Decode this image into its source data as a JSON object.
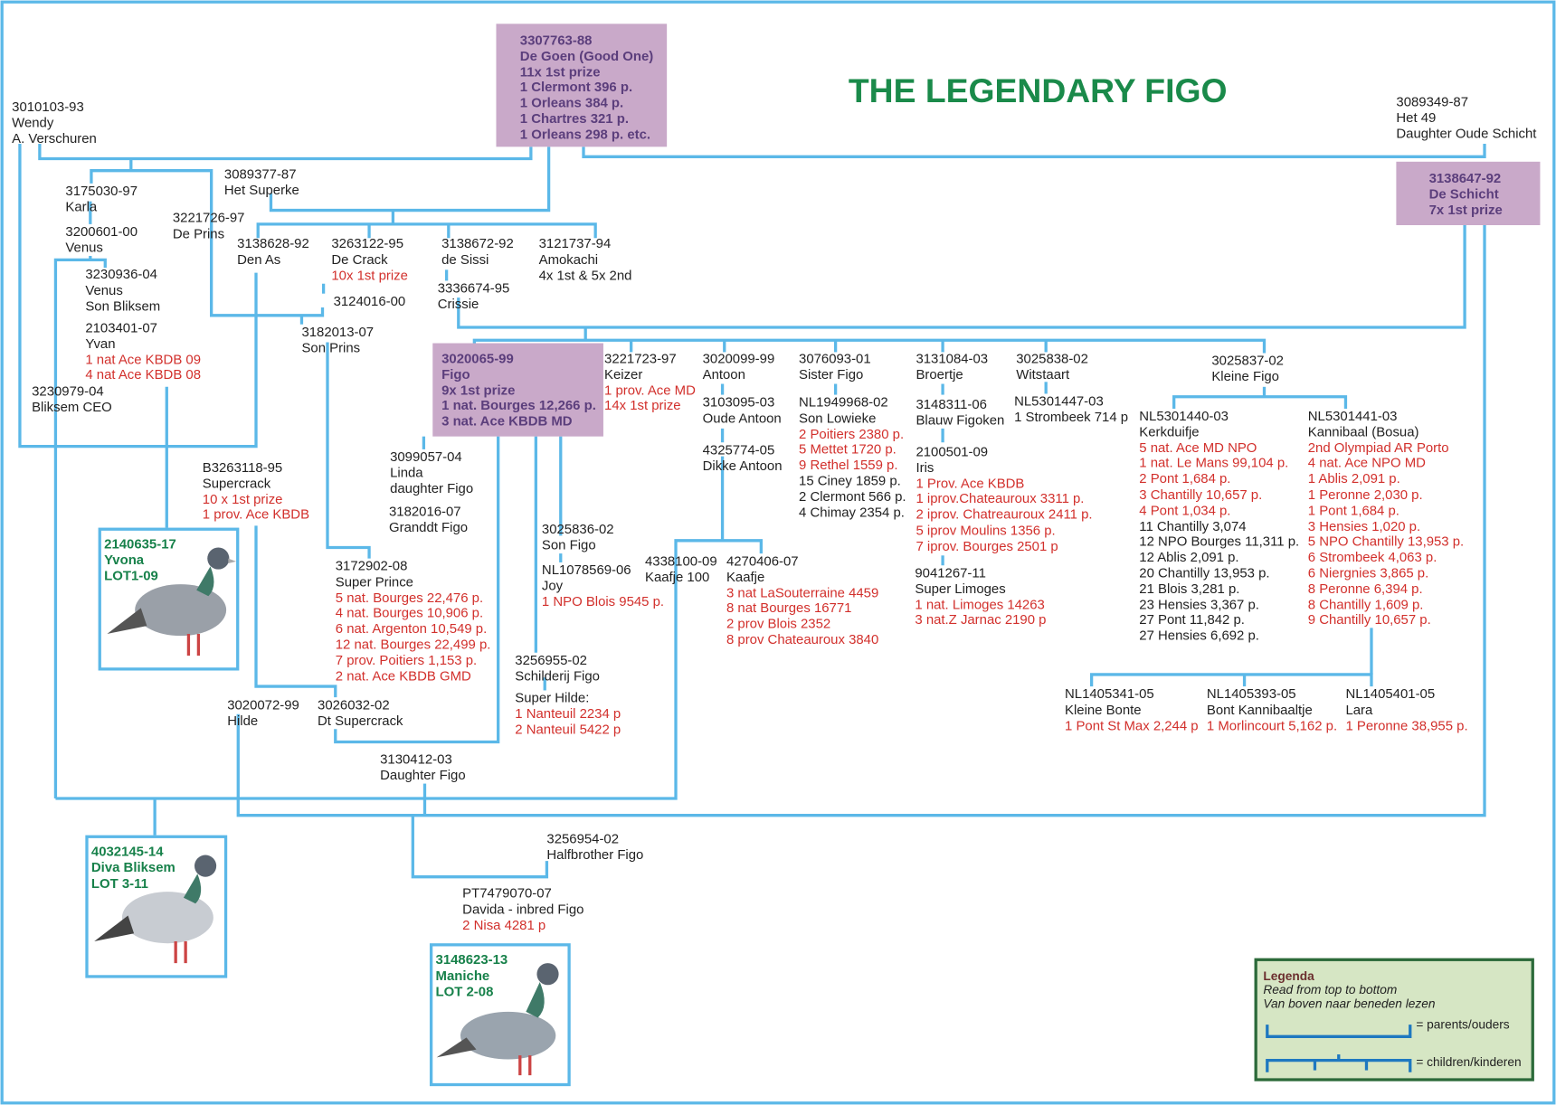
{
  "title": "THE LEGENDARY FIGO",
  "colors": {
    "line": "#5bb8e8",
    "red": "#d2302c",
    "highlight_box": "#c9a9c9",
    "title": "#1a8a4a"
  },
  "nodes": {
    "wendy": [
      "3010103-93",
      "Wendy",
      "A. Verschuren"
    ],
    "degoen": [
      "3307763-88",
      "De Goen (Good One)",
      "11x 1st prize",
      "1 Clermont 396 p.",
      "1 Orleans 384 p.",
      "1 Chartres 321 p.",
      "1 Orleans 298 p. etc."
    ],
    "het49": [
      "3089349-87",
      "Het 49",
      "Daughter Oude Schicht"
    ],
    "deschicht": [
      "3138647-92",
      "De Schicht",
      "7x 1st prize"
    ],
    "karla": [
      "3175030-97",
      "Karla"
    ],
    "hetsuperke": [
      "3089377-87",
      "Het Superke"
    ],
    "deprins": [
      "3221726-97",
      "De Prins"
    ],
    "venus1": [
      "3200601-00",
      "Venus"
    ],
    "denas": [
      "3138628-92",
      "Den As"
    ],
    "decrack": [
      "3263122-95",
      "De Crack",
      {
        "t": "10x 1st prize",
        "r": 1
      }
    ],
    "desissi": [
      "3138672-92",
      "de Sissi"
    ],
    "amokachi": [
      "3121737-94",
      "Amokachi",
      "4x 1st & 5x 2nd"
    ],
    "venus2": [
      "3230936-04",
      "Venus",
      "Son Bliksem"
    ],
    "crissie": [
      "3336674-95",
      "Crissie"
    ],
    "n3124016": [
      "3124016-00"
    ],
    "yvan": [
      "2103401-07",
      "Yvan",
      {
        "t": "1 nat Ace KBDB 09",
        "r": 1
      },
      {
        "t": "4 nat Ace KBDB 08",
        "r": 1
      }
    ],
    "sonprins": [
      "3182013-07",
      "Son Prins"
    ],
    "figo": [
      "3020065-99",
      "Figo",
      "9x 1st prize",
      "1 nat. Bourges 12,266 p.",
      "3 nat. Ace KBDB MD"
    ],
    "keizer": [
      "3221723-97",
      "Keizer",
      {
        "t": "1 prov. Ace MD",
        "r": 1
      },
      {
        "t": "14x 1st prize",
        "r": 1
      }
    ],
    "antoon": [
      "3020099-99",
      "Antoon"
    ],
    "sisterfigo": [
      "3076093-01",
      "Sister Figo"
    ],
    "broertje": [
      "3131084-03",
      "Broertje"
    ],
    "witstaart": [
      "3025838-02",
      "Witstaart"
    ],
    "kleinefigo": [
      "3025837-02",
      "Kleine Figo"
    ],
    "bliksemceo": [
      "3230979-04",
      "Bliksem CEO"
    ],
    "oudeantoon": [
      "3103095-03",
      "Oude Antoon"
    ],
    "sonlowieke": [
      "NL1949968-02",
      "Son Lowieke",
      {
        "t": "2 Poitiers 2380 p.",
        "r": 1
      },
      {
        "t": "5 Mettet 1720 p.",
        "r": 1
      },
      {
        "t": "9 Rethel 1559 p.",
        "r": 1
      },
      "15 Ciney 1859 p.",
      "2 Clermont 566 p.",
      "4 Chimay 2354 p."
    ],
    "blauwfigoken": [
      "3148311-06",
      "Blauw Figoken"
    ],
    "nl5301447": [
      "NL5301447-03",
      "1 Strombeek 714 p"
    ],
    "kerkduifje": [
      "NL5301440-03",
      "Kerkduifje",
      {
        "t": "5 nat. Ace MD NPO",
        "r": 1
      },
      {
        "t": "1 nat. Le Mans 99,104 p.",
        "r": 1
      },
      {
        "t": "2 Pont 1,684 p.",
        "r": 1
      },
      {
        "t": "3 Chantilly 10,657 p.",
        "r": 1
      },
      {
        "t": "4 Pont 1,034 p.",
        "r": 1
      },
      "11 Chantilly 3,074",
      "12 NPO Bourges 11,311 p.",
      "12 Ablis 2,091 p.",
      "20 Chantilly 13,953 p.",
      "21 Blois 3,281 p.",
      "23 Hensies 3,367 p.",
      "27 Pont 11,842 p.",
      "27 Hensies 6,692 p."
    ],
    "kannibaal": [
      "NL5301441-03",
      "Kannibaal (Bosua)",
      {
        "t": "2nd Olympiad AR Porto",
        "r": 1
      },
      {
        "t": "4 nat. Ace NPO MD",
        "r": 1
      },
      {
        "t": "1 Ablis 2,091 p.",
        "r": 1
      },
      {
        "t": "1 Peronne 2,030 p.",
        "r": 1
      },
      {
        "t": "1 Pont 1,684 p.",
        "r": 1
      },
      {
        "t": "3 Hensies 1,020 p.",
        "r": 1
      },
      {
        "t": "5 NPO Chantilly 13,953 p.",
        "r": 1
      },
      {
        "t": "6 Strombeek 4,063 p.",
        "r": 1
      },
      {
        "t": "6 Niergnies 3,865 p.",
        "r": 1
      },
      {
        "t": "8 Peronne 6,394 p.",
        "r": 1
      },
      {
        "t": "8 Chantilly 1,609 p.",
        "r": 1
      },
      {
        "t": "9 Chantilly 10,657 p.",
        "r": 1
      }
    ],
    "dikkeantoon": [
      "4325774-05",
      "Dikke Antoon"
    ],
    "iris": [
      "2100501-09",
      "Iris",
      {
        "t": "1 Prov. Ace KBDB",
        "r": 1
      },
      {
        "t": "1 iprov.Chateauroux 3311 p.",
        "r": 1
      },
      {
        "t": "2 iprov. Chatreauroux 2411 p.",
        "r": 1
      },
      {
        "t": "5 iprov Moulins 1356 p.",
        "r": 1
      },
      {
        "t": "7 iprov. Bourges 2501 p",
        "r": 1
      }
    ],
    "linda": [
      "3099057-04",
      "Linda",
      "daughter Figo"
    ],
    "supercrack": [
      "B3263118-95",
      "Supercrack",
      {
        "t": "10 x 1st prize",
        "r": 1
      },
      {
        "t": "1 prov. Ace KBDB",
        "r": 1
      }
    ],
    "granddt": [
      "3182016-07",
      "Granddt Figo"
    ],
    "sonfigo": [
      "3025836-02",
      "Son Figo"
    ],
    "kaafje100": [
      "4338100-09",
      "Kaafje 100"
    ],
    "kaafje": [
      "4270406-07",
      "Kaafje",
      {
        "t": "3 nat LaSouterraine 4459",
        "r": 1
      },
      {
        "t": "8 nat Bourges 16771",
        "r": 1
      },
      {
        "t": "2 prov Blois 2352",
        "r": 1
      },
      {
        "t": "8 prov Chateauroux 3840",
        "r": 1
      }
    ],
    "superprince": [
      "3172902-08",
      "Super Prince",
      {
        "t": "5 nat. Bourges 22,476 p.",
        "r": 1
      },
      {
        "t": "4 nat. Bourges 10,906 p.",
        "r": 1
      },
      {
        "t": "6 nat. Argenton 10,549 p.",
        "r": 1
      },
      {
        "t": "12 nat. Bourges 22,499 p.",
        "r": 1
      },
      {
        "t": "7 prov. Poitiers 1,153 p.",
        "r": 1
      },
      {
        "t": "2 nat. Ace KBDB GMD",
        "r": 1
      }
    ],
    "joy": [
      "NL1078569-06",
      "Joy",
      {
        "t": "1 NPO Blois 9545 p.",
        "r": 1
      }
    ],
    "superlimoges": [
      "9041267-11",
      "Super Limoges",
      {
        "t": "1 nat. Limoges 14263",
        "r": 1
      },
      {
        "t": "3 nat.Z Jarnac 2190 p",
        "r": 1
      }
    ],
    "yvona": [
      "2140635-17",
      "Yvona",
      "LOT1-09"
    ],
    "schilderij": [
      "3256955-02",
      "Schilderij Figo"
    ],
    "superhilde": [
      "Super Hilde:",
      {
        "t": "1 Nanteuil 2234 p",
        "r": 1
      },
      {
        "t": "2 Nanteuil 5422 p",
        "r": 1
      }
    ],
    "kleinebonte": [
      "NL1405341-05",
      "Kleine Bonte",
      {
        "t": "1 Pont St Max 2,244 p",
        "r": 1
      }
    ],
    "bontkannibaaltje": [
      "NL1405393-05",
      "Bont Kannibaaltje",
      {
        "t": "1 Morlincourt 5,162 p.",
        "r": 1
      }
    ],
    "lara": [
      "NL1405401-05",
      "Lara",
      {
        "t": "1 Peronne 38,955 p.",
        "r": 1
      }
    ],
    "hilde": [
      "3020072-99",
      "Hilde"
    ],
    "dtsupercrack": [
      "3026032-02",
      "Dt Supercrack"
    ],
    "daughterfigo": [
      "3130412-03",
      "Daughter Figo"
    ],
    "halfbrother": [
      "3256954-02",
      "Halfbrother Figo"
    ],
    "diva": [
      "4032145-14",
      "Diva Bliksem",
      "LOT 3-11"
    ],
    "davida": [
      "PT7479070-07",
      "Davida - inbred Figo",
      {
        "t": "2 Nisa 4281 p",
        "r": 1
      }
    ],
    "maniche": [
      "3148623-13",
      "Maniche",
      "LOT 2-08"
    ]
  },
  "legend": {
    "heading": "Legenda",
    "line1": "Read from top to bottom",
    "line2": "Van boven naar beneden lezen",
    "parents": "= parents/ouders",
    "children": "= children/kinderen"
  }
}
